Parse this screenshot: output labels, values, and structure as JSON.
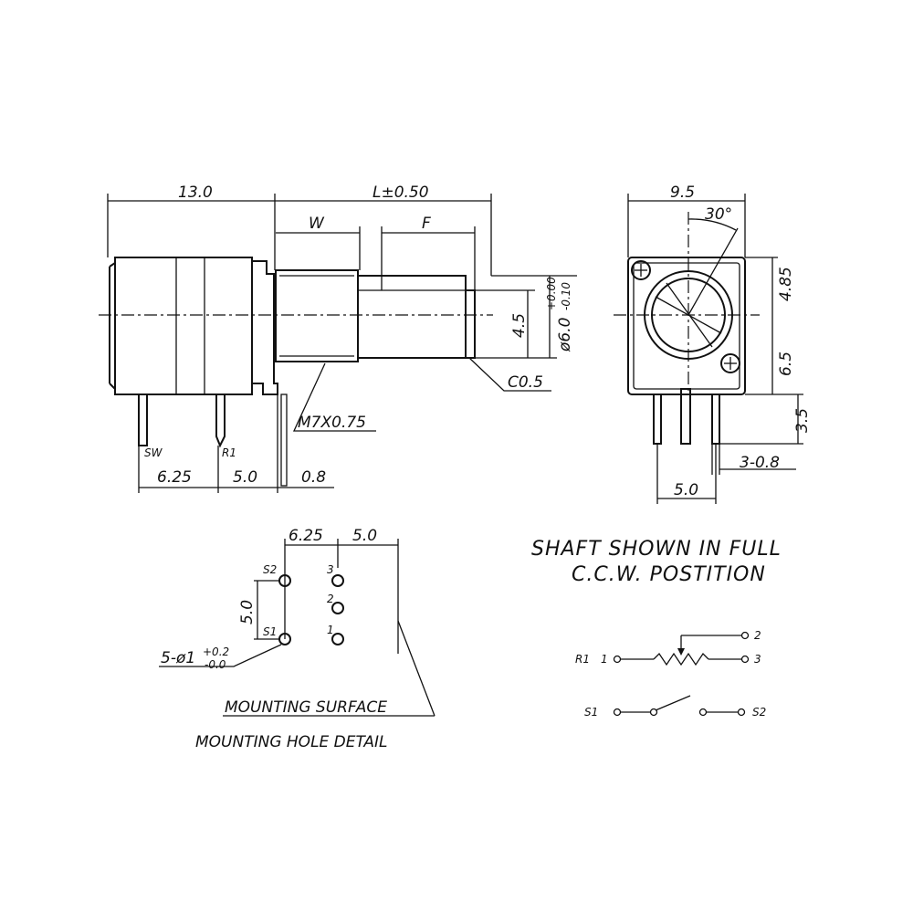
{
  "side_view": {
    "dim_body": "13.0",
    "dim_L": "L±0.50",
    "dim_W": "W",
    "dim_F": "F",
    "dim_flat": "4.5",
    "dim_dia": "ø6.0",
    "dim_dia_tol_upper": "+0.00",
    "dim_dia_tol_lower": "-0.10",
    "chamfer": "C0.5",
    "thread": "M7X0.75",
    "pin_sw": "SW",
    "pin_r1": "R1",
    "dim_6_25": "6.25",
    "dim_5_0": "5.0",
    "dim_0_8": "0.8"
  },
  "front_view": {
    "dim_width": "9.5",
    "dim_angle": "30°",
    "dim_4_85": "4.85",
    "dim_6_5": "6.5",
    "dim_3_5": "3.5",
    "dim_pin": "3-0.8",
    "dim_5_0": "5.0"
  },
  "hole_detail": {
    "dim_6_25": "6.25",
    "dim_5_0_top": "5.0",
    "dim_5_0_side": "5.0",
    "label_s2": "S2",
    "label_s1": "S1",
    "label_3": "3",
    "label_2": "2",
    "label_1": "1",
    "hole_spec": "5-ø1",
    "hole_tol_upper": "+0.2",
    "hole_tol_lower": "-0.0",
    "mounting_surface": "MOUNTING SURFACE",
    "title": "MOUNTING HOLE DETAIL"
  },
  "note": {
    "line1": "SHAFT SHOWN IN FULL",
    "line2": "C.C.W. POSTITION"
  },
  "schematic": {
    "r1": "R1",
    "t1": "1",
    "t2": "2",
    "t3": "3",
    "s1": "S1",
    "s2": "S2"
  }
}
